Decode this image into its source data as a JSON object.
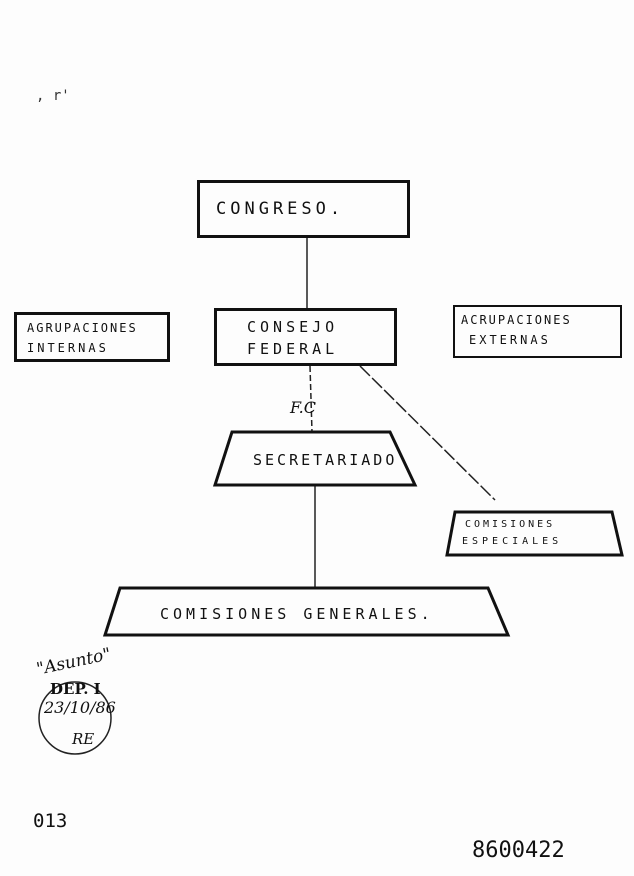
{
  "nodes": {
    "congreso": "CONGRESO.",
    "agrupaciones_internas": [
      "AGRUPACIONES",
      "INTERNAS"
    ],
    "consejo_federal": [
      "CONSEJO",
      "FEDERAL"
    ],
    "agrupaciones_externas": [
      "ACRUPACIONES",
      "EXTERNAS"
    ],
    "secretariado": "SECRETARIADO",
    "comisiones_especiales": [
      "COMISIONES",
      "ESPECIALES"
    ],
    "comisiones_generales": "COMISIONES GENERALES."
  },
  "annotation": "F.C",
  "stamp": {
    "title": "\"Asunto\"",
    "dept": "DEP. I",
    "date": "23/10/86",
    "initials": "RE"
  },
  "page_number": "013",
  "document_number": "8600422"
}
